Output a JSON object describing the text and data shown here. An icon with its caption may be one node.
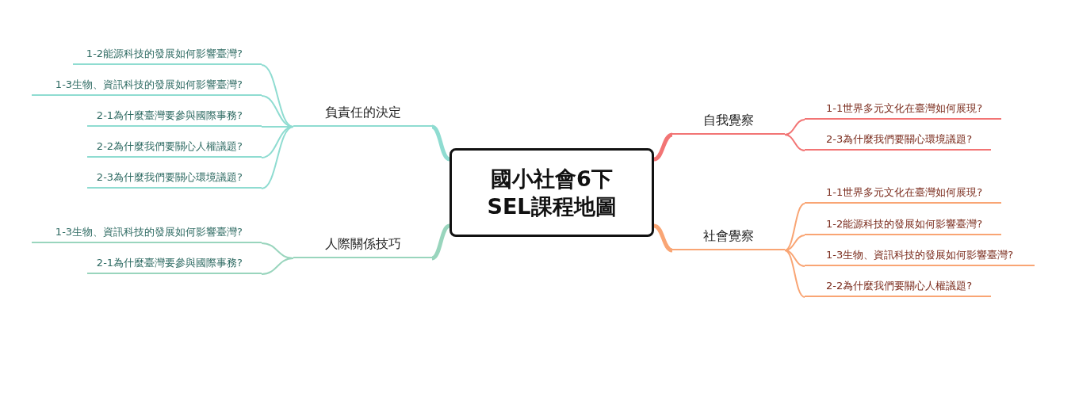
{
  "diagram": {
    "nodes": [
      {
        "text": [
          "國小社會6下SEL課程地圖"
        ]
      },
      {
        "text": [
          "負責任的決定"
        ]
      },
      {
        "text": [
          "1-2能源科技的發展如何影響臺灣?"
        ]
      },
      {
        "text": [
          "1-3生物、資訊科技的發展如何影響臺灣?"
        ]
      },
      {
        "text": [
          "2-1為什麼臺灣要參與國際事務?"
        ]
      },
      {
        "text": [
          "2-2為什麼我們要關心人權議題?"
        ]
      },
      {
        "text": [
          "2-3為什麼我們要關心環境議題?"
        ]
      },
      {
        "text": [
          "人際關係技巧"
        ]
      },
      {
        "text": [
          "1-3生物、資訊科技的發展如何影響臺灣?"
        ]
      },
      {
        "text": [
          "2-1為什麼臺灣要參與國際事務?"
        ]
      },
      {
        "text": [
          "自我覺察"
        ]
      },
      {
        "text": [
          "1-1世界多元文化在臺灣如何展現?"
        ]
      },
      {
        "text": [
          "2-3為什麼我們要關心環境議題?"
        ]
      },
      {
        "text": [
          "社會覺察"
        ]
      },
      {
        "text": [
          "1-1世界多元文化在臺灣如何展現?"
        ]
      },
      {
        "text": [
          "1-2能源科技的發展如何影響臺灣?"
        ]
      },
      {
        "text": [
          "1-3生物、資訊科技的發展如何影響臺灣?"
        ]
      },
      {
        "text": [
          "2-2為什麼我們要關心人權議題?"
        ]
      }
    ],
    "edges": [
      {
        "from": 0,
        "to": 1,
        "arrow": "none",
        "style": "thick"
      },
      {
        "from": 1,
        "to": 2,
        "arrow": "none"
      },
      {
        "from": 1,
        "to": 3,
        "arrow": "none"
      },
      {
        "from": 1,
        "to": 4,
        "arrow": "none"
      },
      {
        "from": 1,
        "to": 5,
        "arrow": "none"
      },
      {
        "from": 1,
        "to": 6,
        "arrow": "none"
      },
      {
        "from": 0,
        "to": 7,
        "arrow": "none",
        "style": "thick",
        "color": "#99d5bd"
      },
      {
        "from": 7,
        "to": 8,
        "arrow": "none",
        "color": "#99d5bd"
      },
      {
        "from": 7,
        "to": 9,
        "arrow": "none",
        "color": "#99d5bd"
      },
      {
        "from": 0,
        "to": 10,
        "arrow": "none",
        "style": "thick",
        "color": "#f27474"
      },
      {
        "from": 10,
        "to": 11,
        "arrow": "none",
        "color": "#f27474"
      },
      {
        "from": 10,
        "to": 12,
        "arrow": "none",
        "color": "#f27474"
      },
      {
        "from": 0,
        "to": 13,
        "arrow": "none",
        "style": "thick",
        "color": "#f9a574"
      },
      {
        "from": 13,
        "to": 14,
        "arrow": "none",
        "color": "#f9a574"
      },
      {
        "from": 13,
        "to": 15,
        "arrow": "none",
        "color": "#f9a574"
      },
      {
        "from": 13,
        "to": 16,
        "arrow": "none",
        "color": "#f9a574"
      },
      {
        "from": 13,
        "to": 17,
        "arrow": "none",
        "color": "#f9a574"
      }
    ]
  }
}
